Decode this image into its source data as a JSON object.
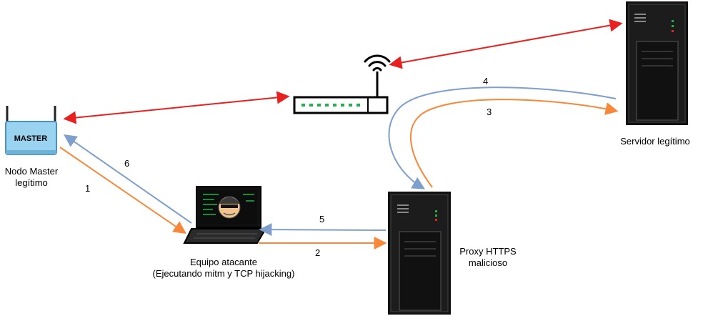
{
  "nodes": {
    "master": {
      "badge": "MASTER",
      "label_line1": "Nodo Master",
      "label_line2": "legítimo"
    },
    "server": {
      "label": "Servidor legítimo"
    },
    "proxy": {
      "label_line1": "Proxy HTTPS",
      "label_line2": "malicioso"
    },
    "attacker": {
      "label_line1": "Equipo atacante",
      "label_line2": "(Ejecutando mitm y TCP hijacking)"
    }
  },
  "flow_numbers": {
    "n1": "1",
    "n2": "2",
    "n3": "3",
    "n4": "4",
    "n5": "5",
    "n6": "6"
  },
  "colors": {
    "red_link": "#e8201f",
    "orange_flow": "#f7883a",
    "blue_flow": "#7e9fcb",
    "server_dark": "#111111",
    "router_led": "#22b14c",
    "master_badge": "#9ad3f0"
  },
  "icons": [
    "wifi-icon",
    "router-icon",
    "server-icon",
    "laptop-icon",
    "hacker-icon",
    "access-point-icon"
  ]
}
